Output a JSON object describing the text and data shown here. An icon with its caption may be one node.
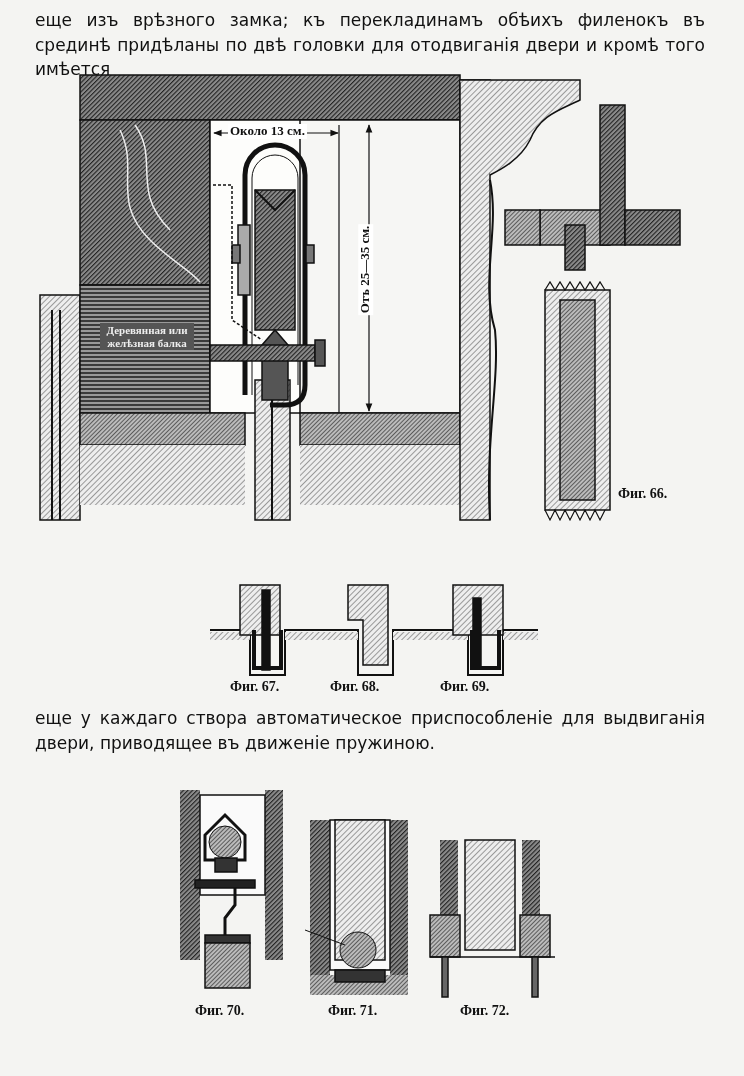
{
  "diagram": {
    "labels": [
      "еще изъ врѣзного замка; къ перекладинамъ обѣихъ филенокъ въ срединѣ придѣланы по двѣ головки для отодвиганія двери и кромѣ того имѣется",
      "Около 13 см.",
      "Отъ 25—35 см.",
      "Деревянная или желѣзная балка",
      "Фиг. 66.",
      "Фиг. 67.",
      "Фиг. 68.",
      "Фиг. 69.",
      "еще у каждаго створа автоматическое приспособленіе для выдвиганія двери, приводящее въ движеніе пружиною.",
      "Фиг. 70.",
      "Фиг. 71.",
      "Фиг. 72."
    ]
  }
}
